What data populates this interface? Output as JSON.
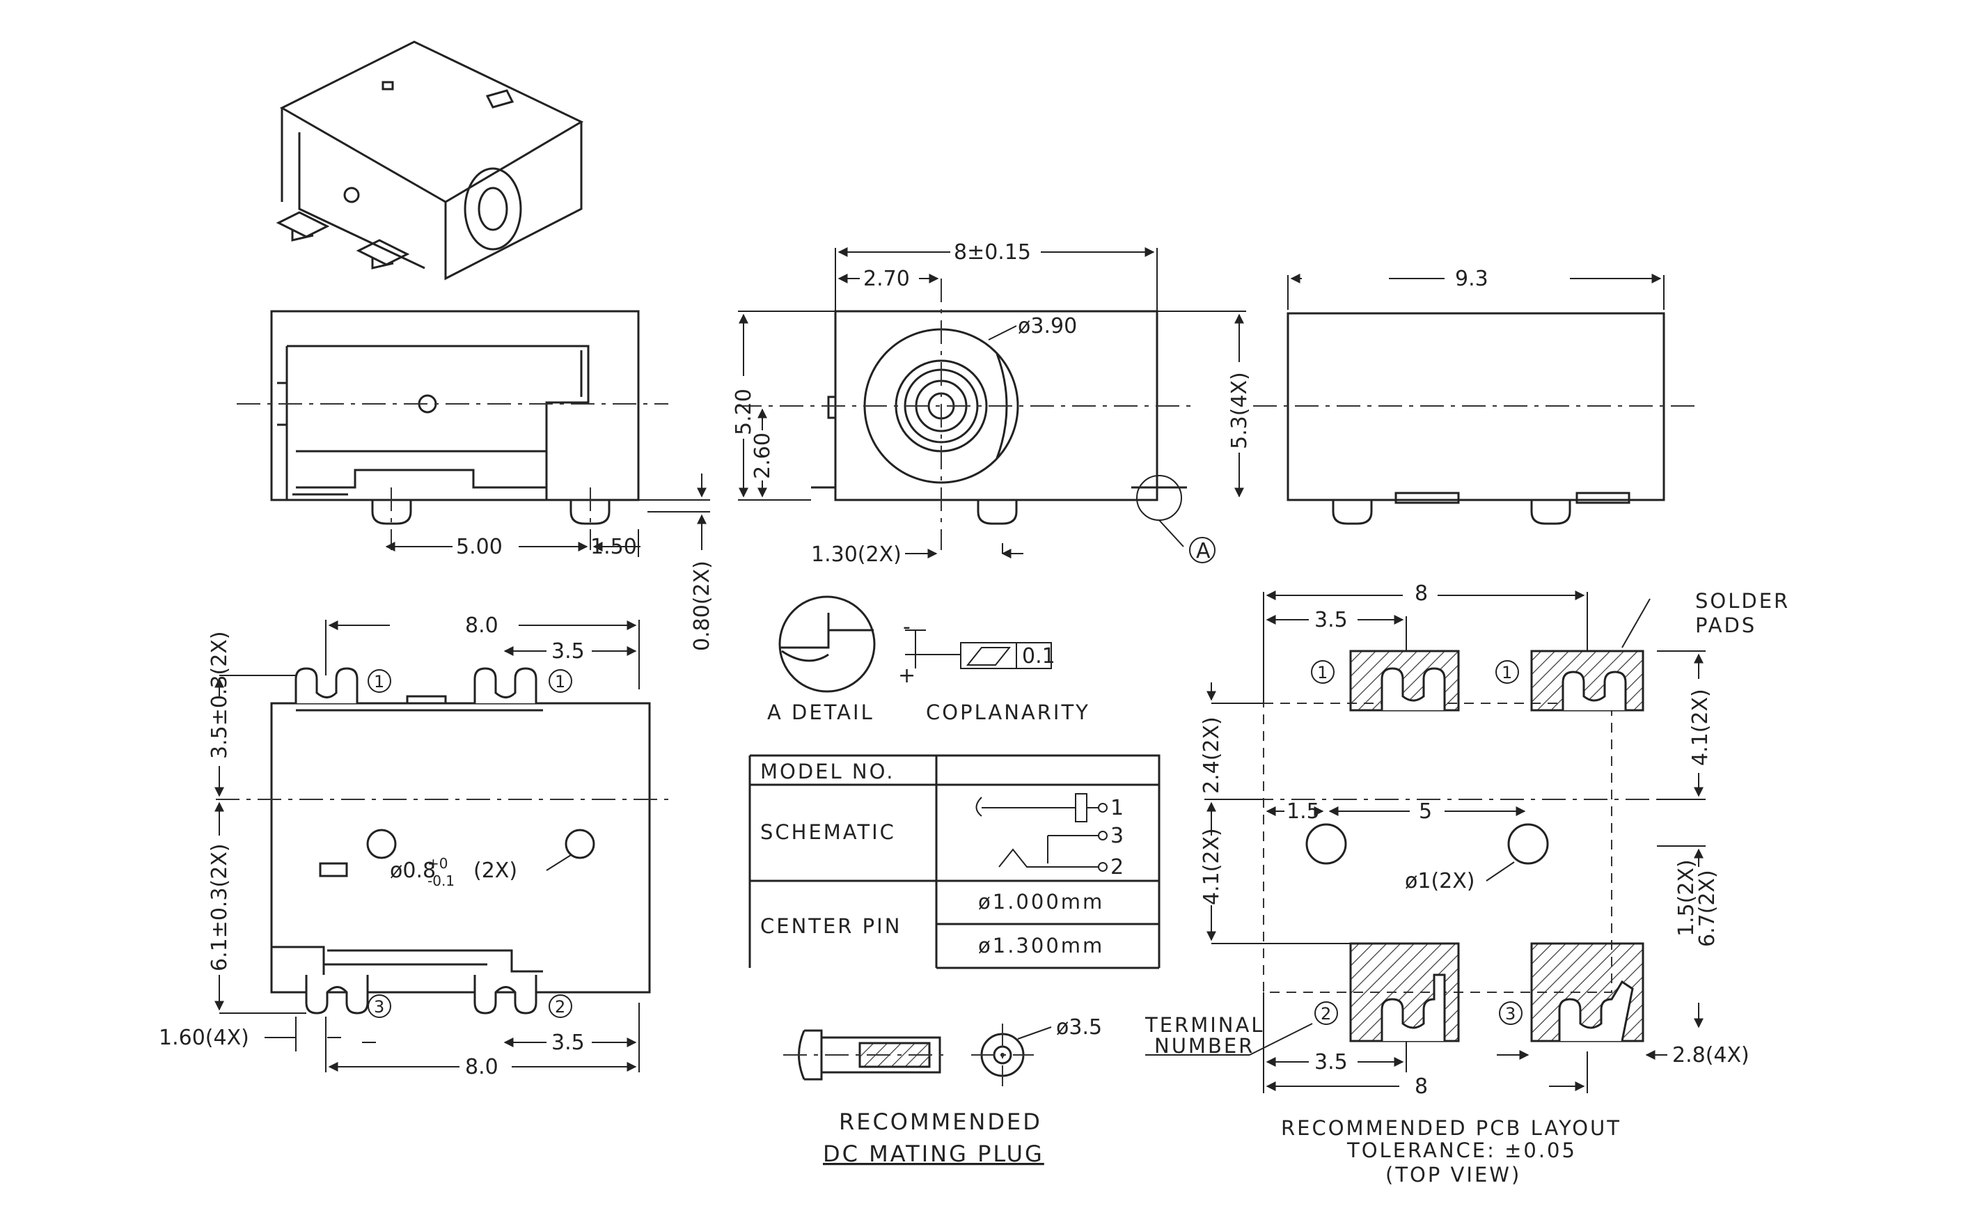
{
  "dimensions": {
    "top_width": "8±0.15",
    "top_offset": "2.70",
    "bore_dia": "ø3.90",
    "height_5_20": "5.20",
    "height_2_60": "2.60",
    "pin_pitch_1_30": "1.30(2X)",
    "height_5_3": "5.3(4X)",
    "depth_9_3": "9.3",
    "side_5_00": "5.00",
    "side_1_50": "1.50",
    "standoff": "0.80(2X)",
    "pad_y_3_5": "3.5±0.3(2X)",
    "pad_y_6_1": "6.1±0.3(2X)",
    "bottom_8_0_top": "8.0",
    "bottom_3_5_top": "3.5",
    "hole_dia": "ø0.8",
    "hole_tol_plus": "+0",
    "hole_tol_minus": "-0.1",
    "hole_count": "(2X)",
    "pad_width_1_60": "1.60(4X)",
    "bottom_8_0": "8.0",
    "bottom_3_5": "3.5",
    "plug_dia": "ø3.5",
    "coplanarity_value": "0.1",
    "pcb_8_top": "8",
    "pcb_3_5_top": "3.5",
    "pcb_1_5": "1.5",
    "pcb_5": "5",
    "pcb_hole": "ø1(2X)",
    "pcb_2_4": "2.4(2X)",
    "pcb_4_1_left": "4.1(2X)",
    "pcb_4_1_right": "4.1(2X)",
    "pcb_1_5_right": "1.5(2X)",
    "pcb_6_7": "6.7(2X)",
    "pcb_3_5_bottom": "3.5",
    "pcb_8_bottom": "8",
    "pcb_2_8": "2.8(4X)"
  },
  "labels": {
    "detail_a": "A",
    "a_detail": "A DETAIL",
    "coplanarity": "COPLANARITY",
    "solder_pads_1": "SOLDER",
    "solder_pads_2": "PADS",
    "terminal_number_1": "TERMINAL",
    "terminal_number_2": "NUMBER",
    "plug_title_1": "RECOMMENDED",
    "plug_title_2": "DC MATING PLUG",
    "pcb_title_1": "RECOMMENDED PCB LAYOUT",
    "pcb_title_2": "TOLERANCE: ±0.05",
    "pcb_title_3": "(TOP VIEW)",
    "flatness_minus": "-",
    "flatness_plus": "+"
  },
  "pin_numbers": {
    "p1": "1",
    "p2": "2",
    "p3": "3"
  },
  "model_table": {
    "model_no": "MODEL NO.",
    "model_value": "",
    "schematic": "SCHEMATIC",
    "schematic_pin_1": "1",
    "schematic_pin_3": "3",
    "schematic_pin_2": "2",
    "center_pin": "CENTER PIN",
    "center_pin_1": "ø1.000mm",
    "center_pin_2": "ø1.300mm"
  }
}
